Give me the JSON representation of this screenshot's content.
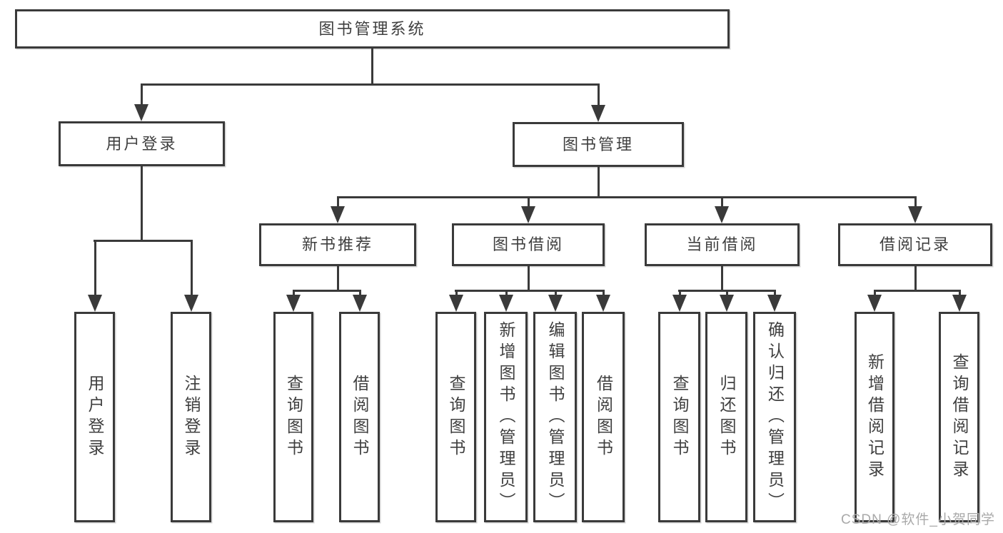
{
  "diagram": {
    "root": "图书管理系统",
    "level2": [
      "用户登录",
      "图书管理"
    ],
    "level3": [
      "新书推荐",
      "图书借阅",
      "当前借阅",
      "借阅记录"
    ],
    "leaves": [
      "用户登录",
      "注销登录",
      "查询图书",
      "借阅图书",
      "查询图书",
      "新增图书（管理员）",
      "编辑图书（管理员）",
      "借阅图书",
      "查询图书",
      "归还图书",
      "确认归还（管理员）",
      "新增借阅记录",
      "查询借阅记录"
    ],
    "watermark": "CSDN @软件_小贺同学",
    "colors": {
      "line": "#3a3a3a",
      "text": "#3f3f3f",
      "watermark": "#a9a9a9"
    }
  }
}
